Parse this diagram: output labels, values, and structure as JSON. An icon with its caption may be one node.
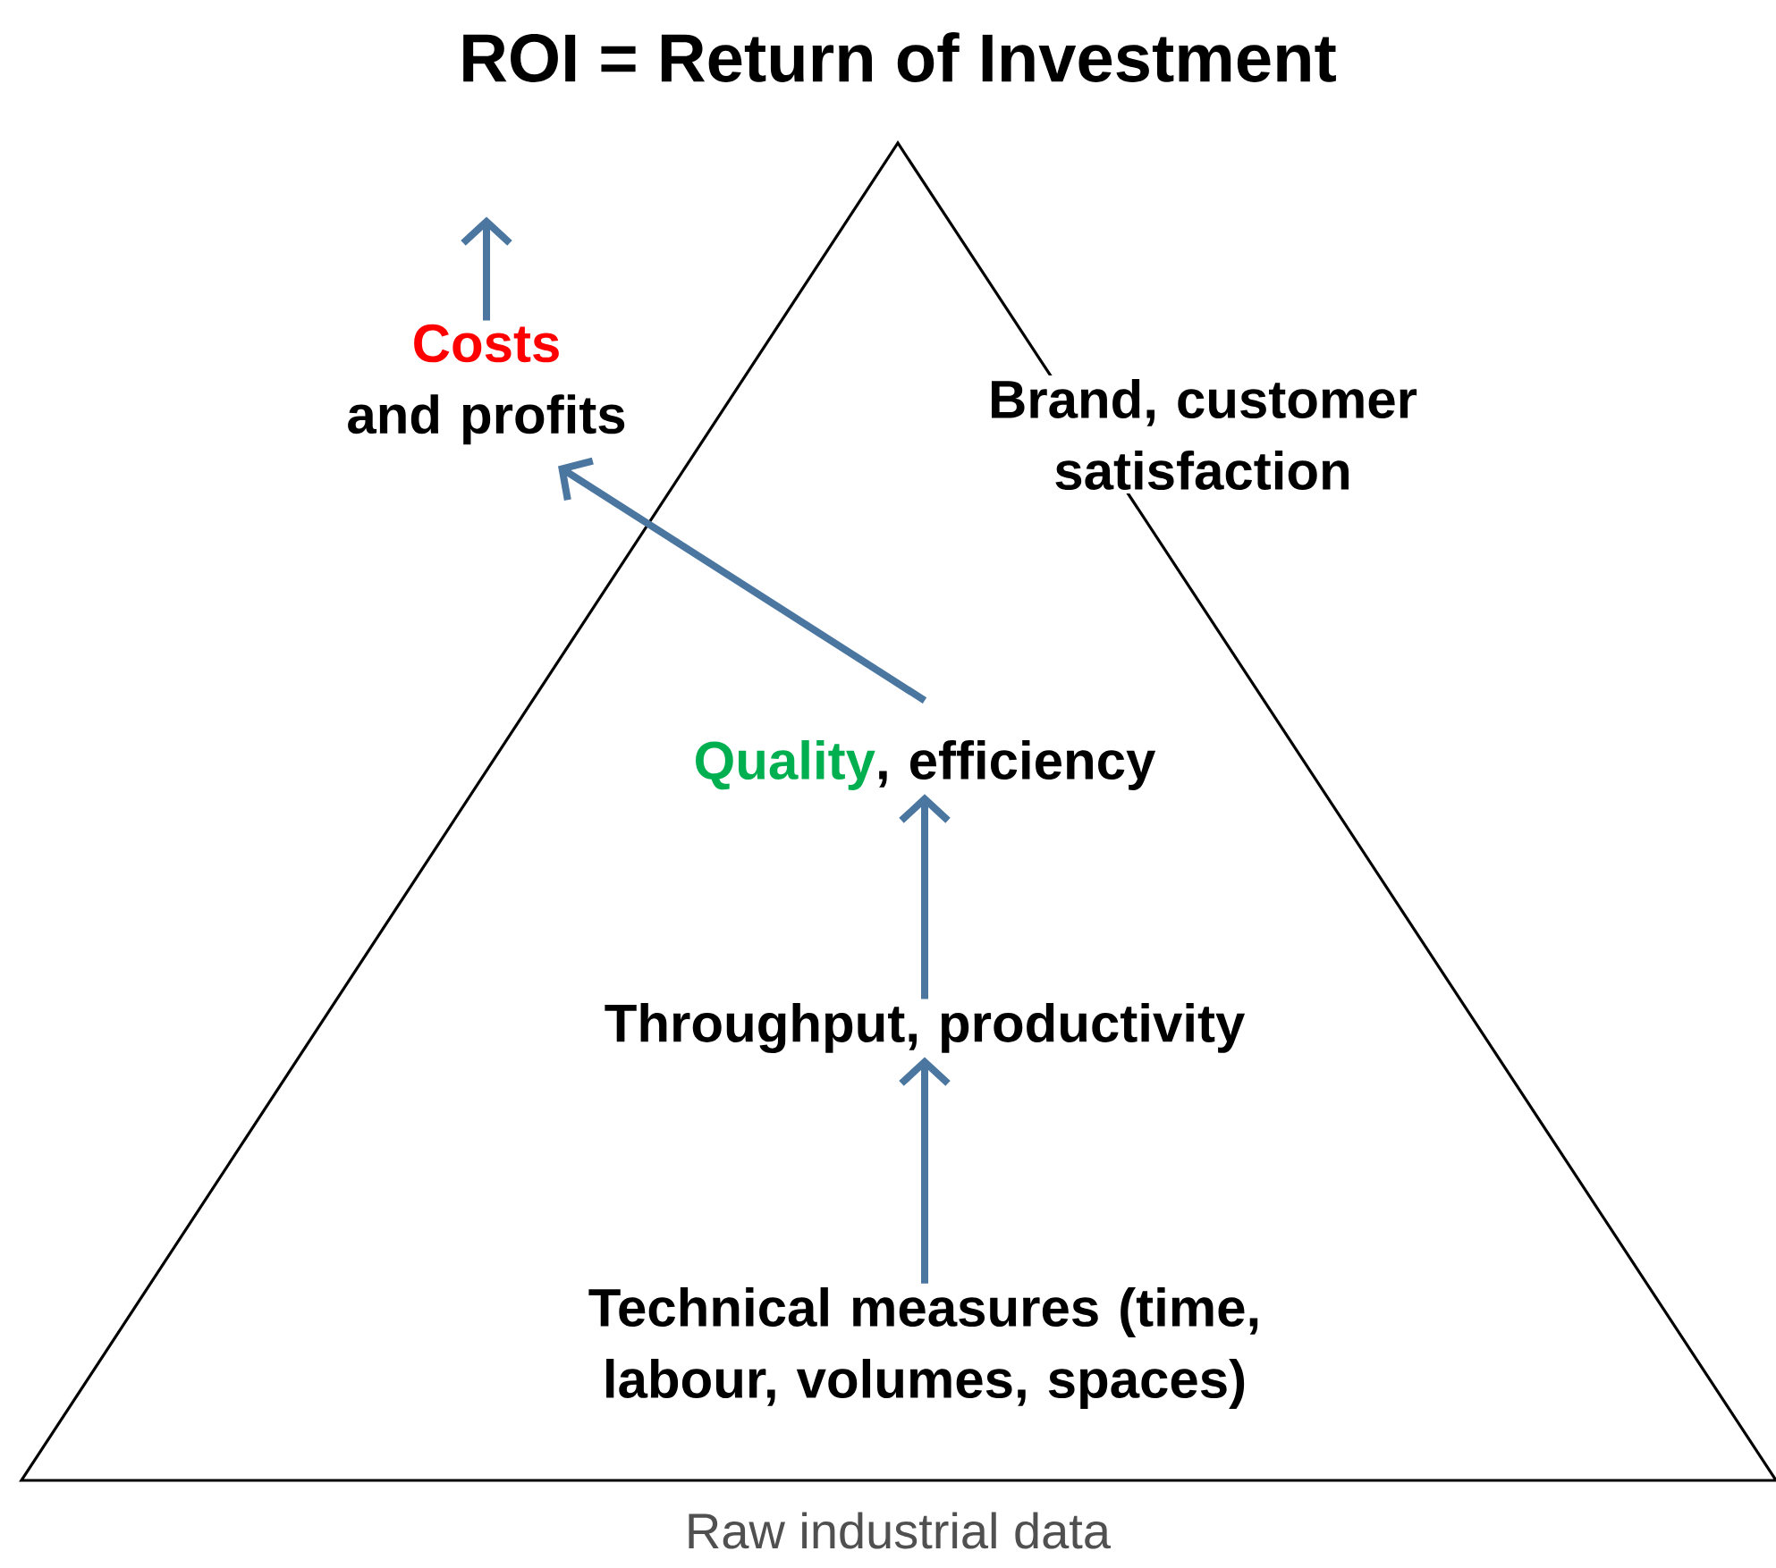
{
  "diagram": {
    "title": "ROI = Return of Investment",
    "nodes": [
      {
        "text": [],
        "shape": "triangle",
        "beside": [
          "Raw industrial data"
        ]
      },
      {
        "text": [
          "Costs",
          "and profits"
        ]
      },
      {
        "text": [
          "Brand, customer satisfaction"
        ],
        "in": 0
      },
      {
        "text": [
          "Quality",
          ", efficiency"
        ],
        "in": 0
      },
      {
        "text": [
          "Throughput, productivity"
        ],
        "in": 0
      },
      {
        "text": [
          "Technical measures (time, labour, volumes, spaces)"
        ],
        "in": 0
      }
    ],
    "edges": [
      {
        "from": 5,
        "to": 4,
        "arrow": "to"
      },
      {
        "from": 4,
        "to": 3,
        "arrow": "to"
      },
      {
        "from": 3,
        "to": 1,
        "arrow": "to"
      },
      {
        "from": 1,
        "to": null,
        "arrow": "to"
      }
    ]
  }
}
